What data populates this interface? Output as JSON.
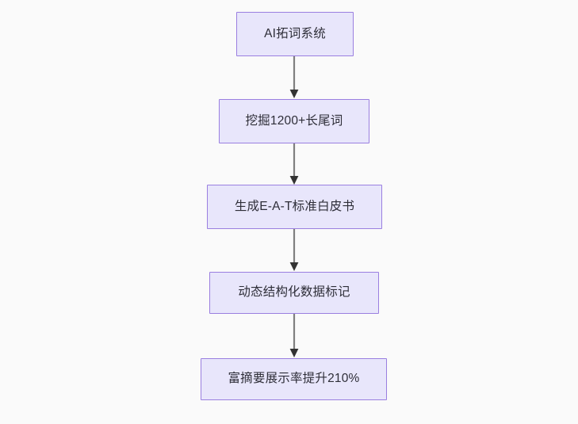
{
  "diagram": {
    "type": "flowchart",
    "direction": "top-to-bottom",
    "background_color": "#fafafa",
    "node_fill_color": "#e8e6fb",
    "node_border_color": "#9a7fe0",
    "node_text_color": "#2e2e38",
    "edge_line_color": "#7f7f7f",
    "edge_arrowhead_color": "#333333",
    "nodes": [
      {
        "id": "n1",
        "label": "AI拓词系统"
      },
      {
        "id": "n2",
        "label": "挖掘1200+长尾词"
      },
      {
        "id": "n3",
        "label": "生成E-A-T标准白皮书"
      },
      {
        "id": "n4",
        "label": "动态结构化数据标记"
      },
      {
        "id": "n5",
        "label": "富摘要展示率提升210%"
      }
    ],
    "edges": [
      {
        "from": "n1",
        "to": "n2",
        "label": ""
      },
      {
        "from": "n2",
        "to": "n3",
        "label": ""
      },
      {
        "from": "n3",
        "to": "n4",
        "label": ""
      },
      {
        "from": "n4",
        "to": "n5",
        "label": ""
      }
    ]
  }
}
